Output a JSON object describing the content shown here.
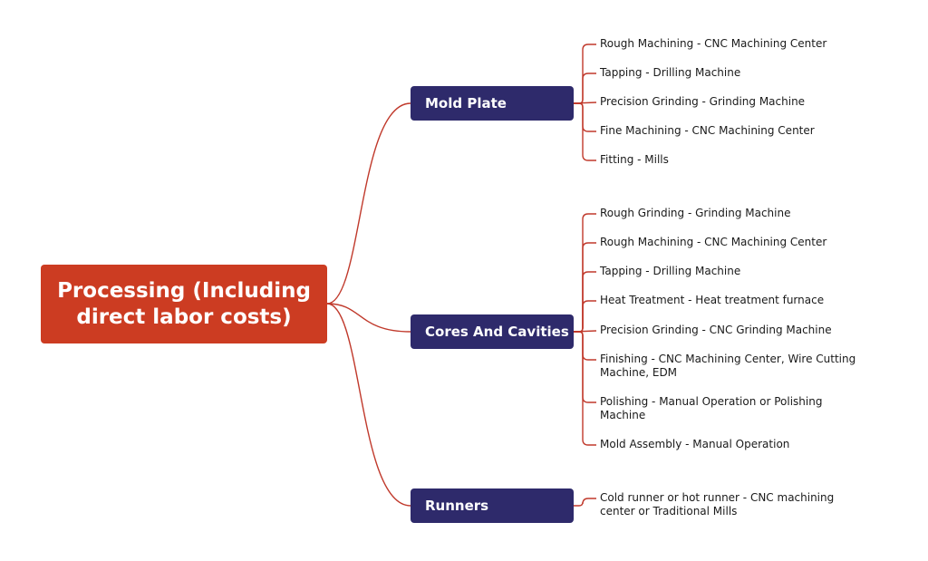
{
  "root": {
    "label": "Processing (Including direct labor costs)"
  },
  "branches": [
    {
      "label": "Mold Plate",
      "items": [
        "Rough Machining - CNC Machining Center",
        "Tapping - Drilling Machine",
        "Precision Grinding - Grinding Machine",
        "Fine Machining - CNC Machining Center",
        "Fitting - Mills"
      ]
    },
    {
      "label": "Cores And Cavities",
      "items": [
        "Rough Grinding - Grinding Machine",
        "Rough Machining - CNC Machining Center",
        "Tapping - Drilling Machine",
        "Heat Treatment - Heat treatment furnace",
        "Precision Grinding - CNC Grinding Machine",
        "Finishing - CNC Machining Center, Wire Cutting Machine, EDM",
        "Polishing - Manual Operation or Polishing Machine",
        "Mold Assembly - Manual Operation"
      ]
    },
    {
      "label": "Runners",
      "items": [
        "Cold runner or hot runner - CNC machining center or Traditional Mills"
      ]
    }
  ],
  "colors": {
    "root_fill": "#cc3c22",
    "branch_fill": "#2e2a6b",
    "connector": "#c0392b",
    "text": "#1a1a1a"
  }
}
